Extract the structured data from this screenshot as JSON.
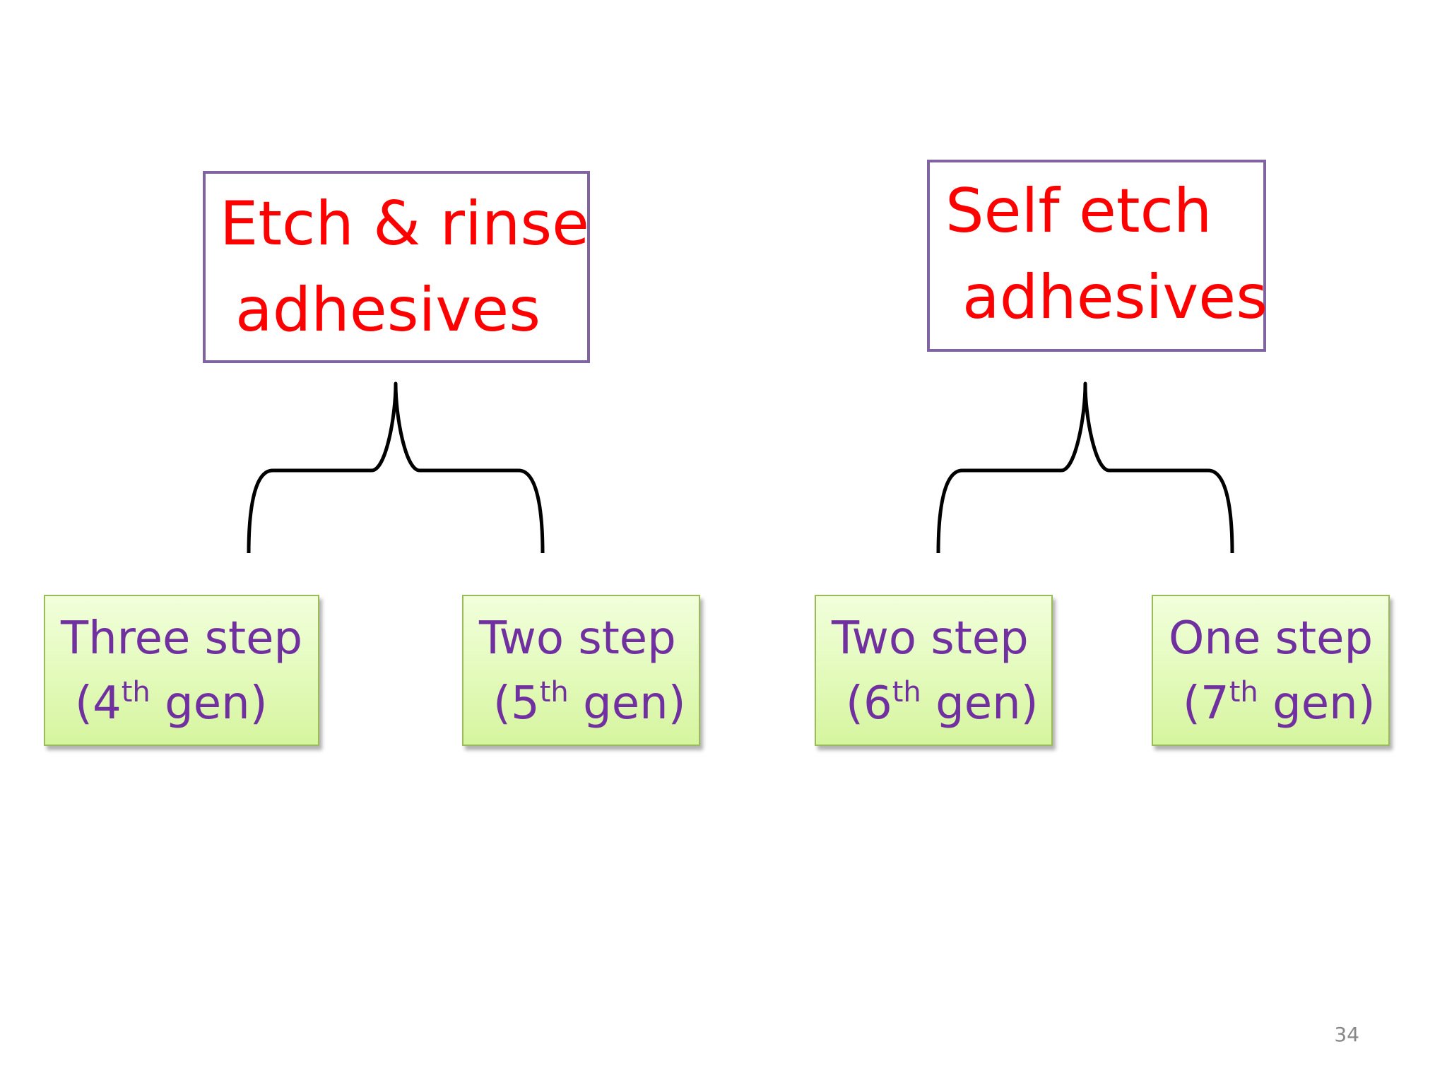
{
  "slide": {
    "groups": [
      {
        "title_line1": "Etch & rinse",
        "title_line2": "adhesives",
        "children": [
          {
            "line1": "Three step",
            "open": "(4",
            "sup": "th",
            "close": " gen)"
          },
          {
            "line1": "Two step",
            "open": "(5",
            "sup": "th",
            "close": " gen)"
          }
        ]
      },
      {
        "title_line1": "Self etch",
        "title_line2": "adhesives",
        "children": [
          {
            "line1": "Two step",
            "open": "(6",
            "sup": "th",
            "close": " gen)"
          },
          {
            "line1": "One step",
            "open": "(7",
            "sup": "th",
            "close": " gen)"
          }
        ]
      }
    ],
    "page_number": "34"
  },
  "colors": {
    "heading_text": "#ff0000",
    "heading_border": "#8064a2",
    "leaf_text": "#7030a0",
    "leaf_border": "#9bbb59",
    "leaf_fill": "#e5fbc0",
    "bracket": "#000000"
  }
}
